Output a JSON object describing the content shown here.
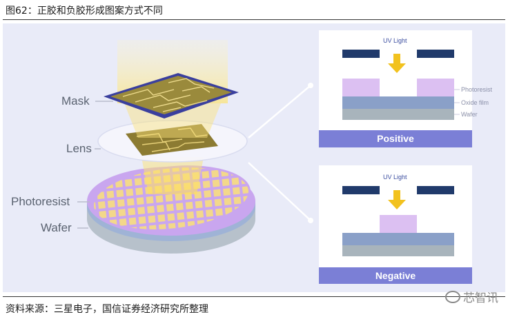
{
  "figure": {
    "title": "图62：正胶和负胶形成图案方式不同",
    "source": "资料来源：三星电子，国信证券经济研究所整理",
    "watermark": "芯智讯"
  },
  "labels": {
    "mask": "Mask",
    "lens": "Lens",
    "photoresist": "Photoresist",
    "wafer": "Wafer"
  },
  "positive_panel": {
    "uv_light": "UV Light",
    "photoresist": "Photoresist",
    "oxide_film": "Oxide film",
    "wafer": "Wafer",
    "band": "Positive"
  },
  "negative_panel": {
    "uv_light": "UV Light",
    "band": "Negative"
  },
  "colors": {
    "background": "#e9ebf8",
    "mask_dark": "#203a6b",
    "photoresist": "#d9b8f0",
    "oxide": "#8aa0c8",
    "wafer": "#a8b4bc",
    "band": "#7b7fd6",
    "arrow": "#f2c21e"
  }
}
